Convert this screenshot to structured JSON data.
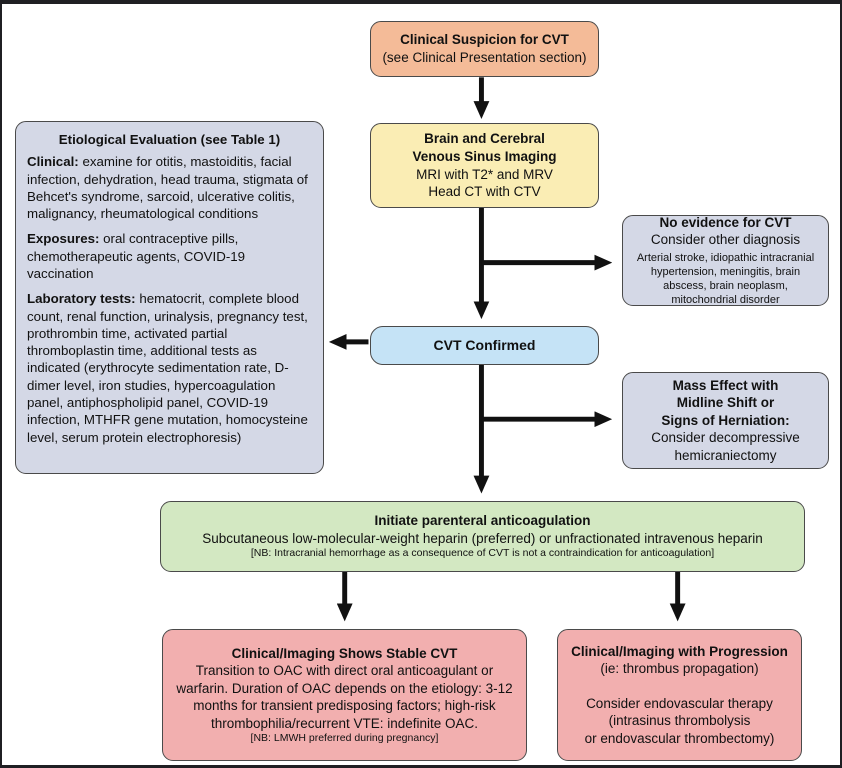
{
  "colors": {
    "frame_border": "#1f1f23",
    "box_border": "#4a4a4a",
    "arrow": "#111111",
    "text": "#111111",
    "salmon": "#f4bb98",
    "yellow": "#faedb4",
    "lavender": "#d4d8e6",
    "blue": "#c5e3f6",
    "green": "#d3e8c2",
    "pink": "#f2afaf"
  },
  "nodes": {
    "clinical_suspicion": {
      "title": "Clinical Suspicion for CVT",
      "subtitle": "(see Clinical Presentation section)"
    },
    "imaging": {
      "title_lines": [
        "Brain and Cerebral",
        "Venous Sinus Imaging"
      ],
      "body_lines": [
        "MRI with T2* and MRV",
        "Head CT with CTV"
      ]
    },
    "etiological": {
      "title": "Etiological Evaluation (see Table 1)",
      "paragraphs": [
        {
          "label": "Clinical:",
          "text": "examine for otitis, mastoiditis, facial infection, dehydration, head trauma, stigmata of Behcet's syndrome, sarcoid, ulcerative colitis, malignancy, rheumatological conditions"
        },
        {
          "label": "Exposures:",
          "text": "oral contraceptive pills, chemotherapeutic agents, COVID-19 vaccination"
        },
        {
          "label": "Laboratory tests:",
          "text": "hematocrit, complete blood count, renal function, urinalysis, pregnancy test, prothrombin time, activated partial thromboplastin time, additional tests as indicated (erythrocyte sedimentation rate, D-dimer level, iron studies, hypercoagulation panel, antiphospholipid panel, COVID-19 infection, MTHFR gene mutation, homocysteine level, serum protein electrophoresis)"
        }
      ]
    },
    "no_evidence": {
      "title": "No evidence for CVT",
      "subtitle": "Consider other diagnosis",
      "detail": "Arterial stroke, idiopathic intracranial hypertension, meningitis, brain abscess, brain neoplasm, mitochondrial disorder"
    },
    "cvt_confirmed": {
      "title": "CVT Confirmed"
    },
    "mass_effect": {
      "title_lines": [
        "Mass Effect with",
        "Midline Shift or",
        "Signs of Herniation:"
      ],
      "body_lines": [
        "Consider decompressive",
        "hemicraniectomy"
      ]
    },
    "anticoagulation": {
      "title": "Initiate parenteral anticoagulation",
      "subtitle": "Subcutaneous low-molecular-weight heparin (preferred) or unfractionated intravenous heparin",
      "note": "[NB: Intracranial hemorrhage as a consequence of CVT is not a contraindication for anticoagulation]"
    },
    "stable": {
      "title": "Clinical/Imaging Shows Stable CVT",
      "body": "Transition to OAC with direct oral anticoagulant or warfarin. Duration of OAC depends on the etiology: 3-12 months for transient predisposing factors; high-risk thrombophilia/recurrent VTE: indefinite OAC.",
      "note": "[NB: LMWH preferred during pregnancy]"
    },
    "progression": {
      "title": "Clinical/Imaging with Progression",
      "subtitle": "(ie: thrombus propagation)",
      "body_lines": [
        "Consider endovascular therapy",
        "(intrasinus thrombolysis",
        "or endovascular thrombectomy)"
      ]
    }
  }
}
